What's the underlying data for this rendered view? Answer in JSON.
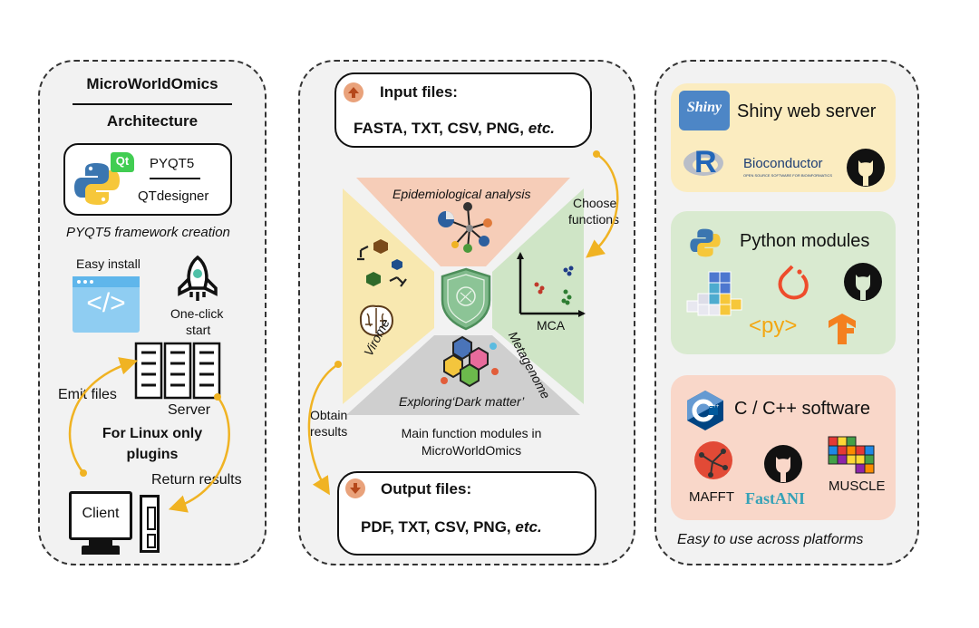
{
  "left": {
    "title": "MicroWorldOmics",
    "subtitle": "Architecture",
    "pyqt_label": "PYQT5",
    "qtdesigner_label": "QTdesigner",
    "qt_logo_text": "Qt",
    "framework_caption": "PYQT5 framework creation",
    "easy_install": "Easy install",
    "code_glyph": "</>",
    "one_click": "One-click",
    "start": "start",
    "emit_files": "Emit files",
    "server": "Server",
    "linux_line1": "For Linux only",
    "linux_line2": "plugins",
    "return_results": "Return results",
    "client": "Client"
  },
  "middle": {
    "input_title": "Input files:",
    "input_formats": "FASTA, TXT, CSV, PNG,",
    "input_etc": "etc.",
    "choose_line1": "Choose",
    "choose_line2": "functions",
    "epidemiological": "Epidemiological analysis",
    "virome": "Virome",
    "metagenome": "Metagenome",
    "mca": "MCA",
    "dark_matter": "Exploring‘Dark matter’",
    "obtain_line1": "Obtain",
    "obtain_line2": "results",
    "main_line1": "Main function modules in",
    "main_line2": "MicroWorldOmics",
    "output_title": "Output files:",
    "output_formats": "PDF, TXT, CSV, PNG,",
    "output_etc": "etc.",
    "colors": {
      "epi": "#f6cdb8",
      "virome": "#f8e8b0",
      "meta": "#cfe5c6",
      "dark": "#cfcfcf",
      "arrow": "#f0b323"
    }
  },
  "right": {
    "shiny_logo_text": "Shiny",
    "shiny_title": "Shiny web server",
    "r_logo": "R",
    "bioconductor": "Bioconductor",
    "bioconductor_tagline": "OPEN SOURCE SOFTWARE FOR BIOINFORMATICS",
    "python_title": "Python modules",
    "py_tag": "<py>",
    "cpp_title": "C / C++ software",
    "cpp_logo_text": "C++",
    "mafft": "MAFFT",
    "fastani": "FastANI",
    "muscle": "MUSCLE",
    "footer": "Easy to use across platforms",
    "colors": {
      "shiny": "#fbecc0",
      "python": "#d9ead0",
      "cpp": "#f9d7c9"
    }
  }
}
